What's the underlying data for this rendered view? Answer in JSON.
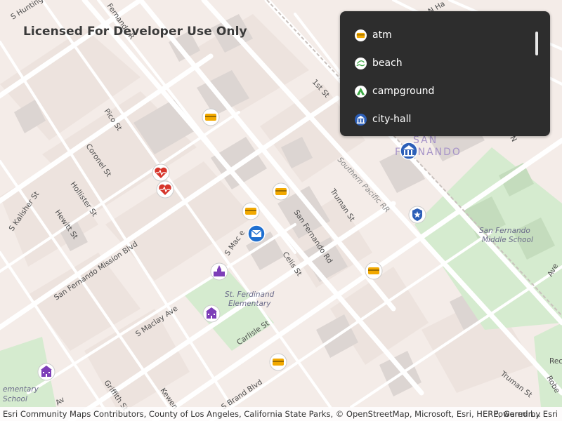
{
  "map": {
    "watermark": "Licensed For Developer Use Only",
    "city_label_line1": "SAN",
    "city_label_line2": "FERNANDO",
    "streets": [
      "S Hunting",
      "Fernando R",
      "San Fernando Mission Blvd",
      "Pico St",
      "Coronel St",
      "Hollister St",
      "S Kalisher St",
      "Hewitt St",
      "S Maclay Ave",
      "S Mac e",
      "Celis St",
      "San Fernando Rd",
      "Truman St",
      "Southern Pacific RR",
      "1st St",
      "Carlisle St",
      "S Brand Blvd",
      "Griffith St",
      "Kewen",
      "N Ha",
      "Robe",
      "Truman St",
      "N",
      "Ave",
      "Av",
      "Rec"
    ],
    "pois": {
      "st_ferdinand_line1": "St. Ferdinand",
      "st_ferdinand_line2": "Elementary",
      "middle_school_line1": "San Fernando",
      "middle_school_line2": "Middle School",
      "elementary_school_line1": "ementary",
      "elementary_school_line2": "School"
    },
    "colors": {
      "land": "#f4ece8",
      "block": "#ede3de",
      "building": "#dcd5d2",
      "road": "#ffffff",
      "park": "#d5ebcf",
      "atm": "#f2a900",
      "health": "#d6362c",
      "church": "#7d3eb8",
      "mail": "#1f6fd0",
      "police": "#2c5fb8"
    },
    "markers": [
      {
        "type": "atm",
        "icon": "atm-icon"
      },
      {
        "type": "atm",
        "icon": "atm-icon"
      },
      {
        "type": "atm",
        "icon": "atm-icon"
      },
      {
        "type": "atm",
        "icon": "atm-icon"
      },
      {
        "type": "atm",
        "icon": "atm-icon"
      },
      {
        "type": "hospital",
        "icon": "heart-pulse-icon"
      },
      {
        "type": "hospital",
        "icon": "heart-pulse-icon"
      },
      {
        "type": "post-office",
        "icon": "mail-icon"
      },
      {
        "type": "church",
        "icon": "church-icon"
      },
      {
        "type": "school",
        "icon": "school-icon"
      },
      {
        "type": "school",
        "icon": "school-icon"
      },
      {
        "type": "city-hall",
        "icon": "city-hall-icon"
      },
      {
        "type": "police",
        "icon": "police-badge-icon"
      }
    ]
  },
  "legend": {
    "items": [
      {
        "label": "atm",
        "icon": "atm-icon"
      },
      {
        "label": "beach",
        "icon": "beach-icon"
      },
      {
        "label": "campground",
        "icon": "campground-icon"
      },
      {
        "label": "city-hall",
        "icon": "city-hall-icon"
      }
    ]
  },
  "attribution": {
    "credits": "Esri Community Maps Contributors, County of Los Angeles, California State Parks, © OpenStreetMap, Microsoft, Esri, HERE, Garmin...",
    "powered_by": "Powered by Esri"
  }
}
